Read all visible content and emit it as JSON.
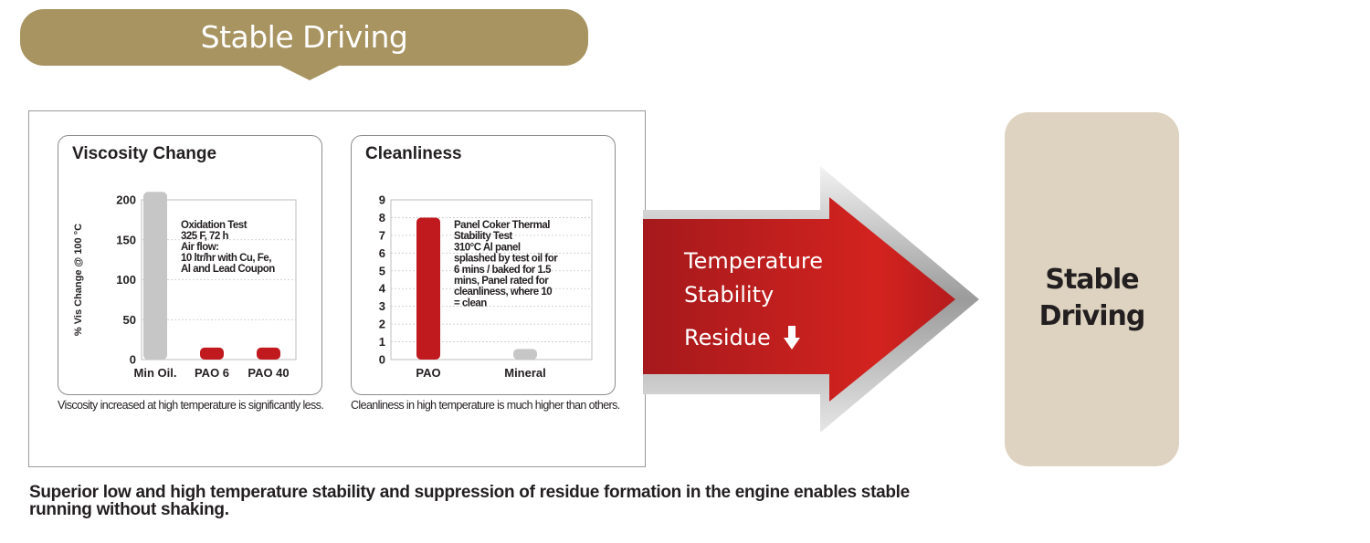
{
  "banner": {
    "title": "Stable Driving"
  },
  "viscosity": {
    "title": "Viscosity Change",
    "caption": "Viscosity increased at high temperature is significantly less.",
    "annotation": [
      "Oxidation Test",
      "325 F, 72 h",
      "Air flow:",
      "10 ltr/hr  with Cu, Fe,",
      "Al and Lead Coupon"
    ]
  },
  "cleanliness": {
    "title": "Cleanliness",
    "caption": "Cleanliness in high temperature is much higher than others.",
    "annotation": [
      "Panel Coker Thermal",
      "Stability Test",
      "310°C Al panel",
      "splashed by test oil for",
      "6 mins /  baked for 1.5",
      "mins, Panel rated for",
      "cleanliness, where 10",
      "= clean"
    ]
  },
  "arrow": {
    "line1": "Temperature",
    "line2": "Stability",
    "residue": "Residue",
    "residue_icon": "down-arrow-icon"
  },
  "result": {
    "line1": "Stable",
    "line2": "Driving"
  },
  "footer": {
    "text": "Superior low and high temperature stability and suppression of residue formation in the engine enables stable running without shaking."
  },
  "colors": {
    "banner": "#a89461",
    "red": "#c0191e",
    "grey_bar": "#c6c6c6",
    "result_bg": "#ddd3c0"
  },
  "chart_data": [
    {
      "type": "bar",
      "title": "Viscosity Change",
      "ylabel": "% Vis Change @ 100 °C",
      "xlabel": "",
      "categories": [
        "Min Oil.",
        "PAO 6",
        "PAO 40"
      ],
      "values": [
        210,
        15,
        15
      ],
      "colors": [
        "#c6c6c6",
        "#c0191e",
        "#c0191e"
      ],
      "ylim": [
        0,
        200
      ],
      "yticks": [
        0,
        50,
        100,
        150,
        200
      ],
      "grid": true
    },
    {
      "type": "bar",
      "title": "Cleanliness",
      "ylabel": "",
      "xlabel": "",
      "categories": [
        "PAO",
        "Mineral"
      ],
      "values": [
        8,
        0.6
      ],
      "colors": [
        "#c0191e",
        "#c6c6c6"
      ],
      "ylim": [
        0,
        9
      ],
      "yticks": [
        0,
        1,
        2,
        3,
        4,
        5,
        6,
        7,
        8,
        9
      ],
      "grid": true
    }
  ]
}
